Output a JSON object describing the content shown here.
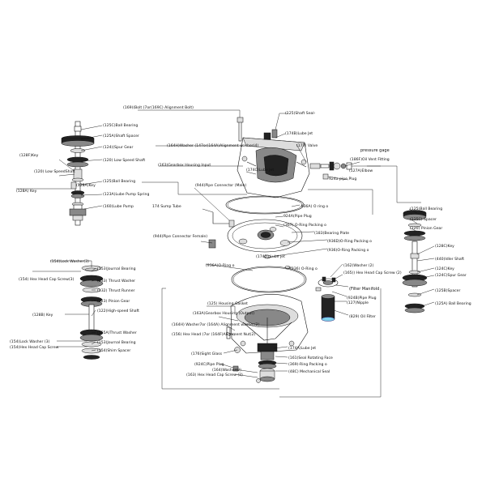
{
  "labels": {
    "l_1": "(169)(Bolt (7or(169C) Alignment Bolt)",
    "l_2": "(125)Shaft Seal-",
    "l_3": "(125C)Ball Bearing",
    "l_4": "(125A)Shaft Spacer",
    "l_5": "(124)(Spur Gear",
    "l_6": "(120) Low Speed Shaft",
    "l_7": "(128F)Key",
    "l_8": "(120) Low SpeedShaft",
    "l_9": "(125)Ball Bearing",
    "l_10": "(128A)Key",
    "l_11": "(128A) Key",
    "l_12": "(123A)Lube Pump Spring",
    "l_13": "(160)Lube Pump",
    "l_14": "(164H)Washer (147or(164A)Alignment washer(4)",
    "l_15": "(174B)Lube Jet",
    "l_16": "(177) Valve",
    "l_17": "pressure gage",
    "l_18": "(186F)Oil Vent Fitting",
    "l_19": "(163)Gearbox Housing Input",
    "l_20": "(174C)Lube Jet",
    "l_21": "(127A)Elbow",
    "l_22": "924a pipe Plug",
    "l_23": "(944)Pipe Connector (Male)",
    "l_24": "174 Sump Tube",
    "l_25": "-936A) O ring o",
    "l_26": "924A(Pipe Plug",
    "l_27": "(367) O-Ring Packing o",
    "l_28": "(125)Ball Bearing",
    "l_29": "(125C) Spacer",
    "l_30": "(120) Pinion Gear",
    "l_31": "(944)Pipe Connector Female)",
    "l_32": "(183)Bearing Plate",
    "l_33": "(936D)O-Ring Packing o",
    "l_34": "(936)O-Ring Packing o",
    "l_35": "(154)Lock Washer(3)",
    "l_36": "(174D) Lube Jet",
    "l_37": "(128C)Key",
    "l_38": "(440)Idler Shaft",
    "l_39": "(153)Journal Bearing",
    "l_40": "(936A)O-Ring o",
    "l_41": "(124C)Key",
    "l_42": "(124C)Spur Gear",
    "l_43": "(154) Hex Head Cap Screw(3)",
    "l_44": "(133) Thrust Washer",
    "l_45": "(162)Washer (2)",
    "l_46": "(165)) Hex Head Cap Screw (2)",
    "l_47": "(132) Thrust Runner",
    "l_48": "(936) O-Ring o",
    "l_49": "(Filter Manifold",
    "l_50": "(125B)Spacer",
    "l_51": "(924B)Pipe Plug",
    "l_52": "(127)Nipple",
    "l_53": "(123) Pinion Gear",
    "l_54": "(125A) Ball Bearing",
    "l_55": "(122)High-speed Shaft",
    "l_56": "(125) Housing Gasket",
    "l_57": "(829) Oil Filter",
    "l_58": "(128B) Key",
    "l_59": "(163A)Gearbox Housing (Output)",
    "l_60": "(155A)Thrust Washer",
    "l_61": "(164H) Washer7or (164A) Alignment washer(2)",
    "l_62": "(154)Lock Washer (3)",
    "l_63": "(156) Hex Head (7or (164F)Alignment Nut(2)",
    "l_64": "(154)Hex Head Cap Screw",
    "l_65": "(153)Journal Bearing",
    "l_66": "(154)Shim Spacer",
    "l_67": "(176)Sight Glass",
    "l_68": "(161)Seal Rotating Face",
    "l_69": "(924C)Pipe Plug",
    "l_70": "(369)-Ring Packing o",
    "l_71": "(164)Washer(2)",
    "l_72": "(163) Hex Head Cap Screw (2)",
    "l_73": "(48C) Mechanical Seal",
    "l_74": "(174A)Lube Jet"
  }
}
